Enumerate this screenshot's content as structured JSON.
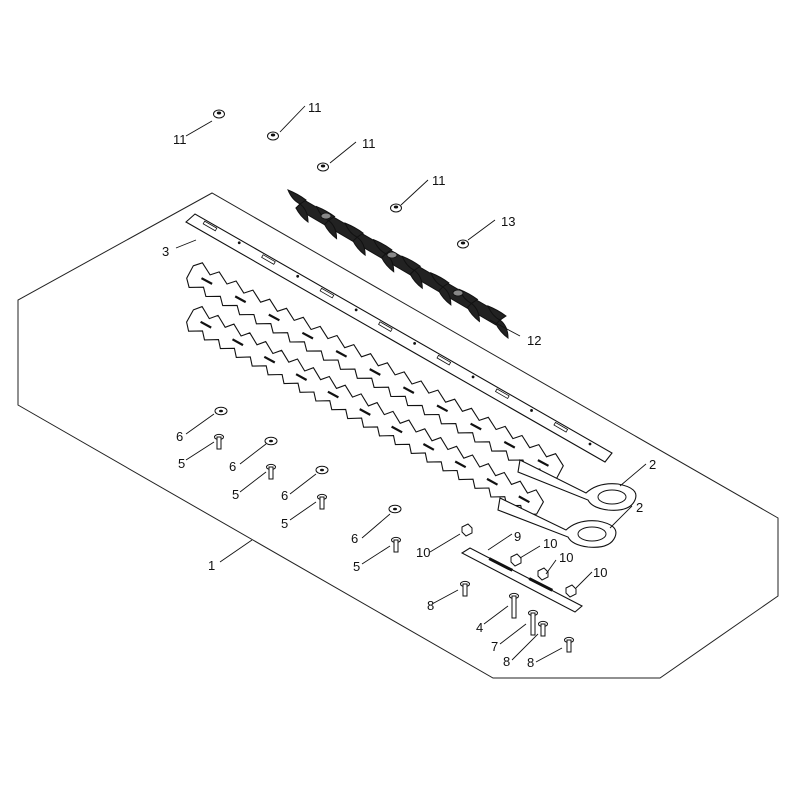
{
  "diagram": {
    "callouts": [
      {
        "id": "c1",
        "label": "1"
      },
      {
        "id": "c2a",
        "label": "2"
      },
      {
        "id": "c2b",
        "label": "2"
      },
      {
        "id": "c3",
        "label": "3"
      },
      {
        "id": "c4",
        "label": "4"
      },
      {
        "id": "c5a",
        "label": "5"
      },
      {
        "id": "c5b",
        "label": "5"
      },
      {
        "id": "c5c",
        "label": "5"
      },
      {
        "id": "c5d",
        "label": "5"
      },
      {
        "id": "c6a",
        "label": "6"
      },
      {
        "id": "c6b",
        "label": "6"
      },
      {
        "id": "c6c",
        "label": "6"
      },
      {
        "id": "c6d",
        "label": "6"
      },
      {
        "id": "c7",
        "label": "7"
      },
      {
        "id": "c8a",
        "label": "8"
      },
      {
        "id": "c8b",
        "label": "8"
      },
      {
        "id": "c8c",
        "label": "8"
      },
      {
        "id": "c9",
        "label": "9"
      },
      {
        "id": "c10a",
        "label": "10"
      },
      {
        "id": "c10b",
        "label": "10"
      },
      {
        "id": "c10c",
        "label": "10"
      },
      {
        "id": "c10d",
        "label": "10"
      },
      {
        "id": "c11a",
        "label": "11"
      },
      {
        "id": "c11b",
        "label": "11"
      },
      {
        "id": "c11c",
        "label": "11"
      },
      {
        "id": "c11d",
        "label": "11"
      },
      {
        "id": "c12",
        "label": "12"
      },
      {
        "id": "c13",
        "label": "13"
      }
    ]
  }
}
